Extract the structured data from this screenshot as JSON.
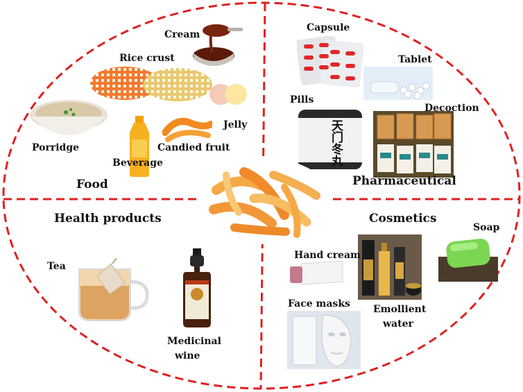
{
  "quadrants": {
    "food": {
      "title": "Food",
      "items": {
        "cream": "Cream",
        "rice_crust": "Rice crust",
        "porridge": "Porridge",
        "jelly": "Jelly",
        "candied_fruit": "Candied fruit",
        "beverage": "Beverage"
      }
    },
    "pharmaceutical": {
      "title": "Pharmaceutical",
      "items": {
        "capsule": "Capsule",
        "tablet": "Tablet",
        "pills": "Pills",
        "decoction": "Decoction",
        "pill_jar_text": "天门冬丸"
      }
    },
    "health_products": {
      "title": "Health products",
      "items": {
        "tea": "Tea",
        "medicinal_wine_line1": "Medicinal",
        "medicinal_wine_line2": "wine"
      }
    },
    "cosmetics": {
      "title": "Cosmetics",
      "items": {
        "soap": "Soap",
        "hand_cream": "Hand cream",
        "face_masks": "Face masks",
        "emollient_water_line1": "Emollient",
        "emollient_water_line2": "water"
      }
    }
  },
  "colors": {
    "dash_line": "#e02020",
    "label_text": "#111111",
    "center_root": "#f08a2a"
  },
  "center_image": "candied-asparagus-root-photo"
}
